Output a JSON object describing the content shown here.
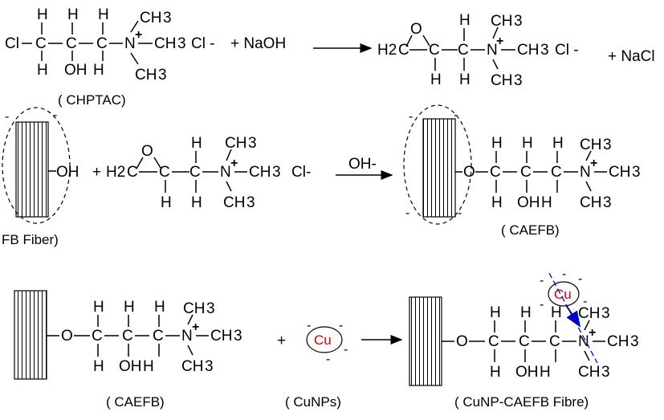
{
  "reaction1": {
    "chptac": {
      "cl": "Cl",
      "h": "H",
      "c": "C",
      "oh": "OH",
      "n": "N",
      "plus": "+",
      "ch": "CH",
      "three": "3",
      "counterion": "Cl -"
    },
    "plus_naoh": "+ NaOH",
    "epoxide": {
      "h2": "H2",
      "h": "H",
      "c": "C",
      "o": "O",
      "n": "N",
      "plus": "+",
      "ch": "CH",
      "three": "3",
      "counterion": "Cl -"
    },
    "plus_nacl": "+ NaCl",
    "label": "( CHPTAC)"
  },
  "reaction2": {
    "fiber_oh": "OH",
    "plus": "+",
    "h2": "H2",
    "h": "H",
    "c": "C",
    "o": "O",
    "n": "N",
    "plus_charge": "+",
    "ch": "CH",
    "three": "3",
    "counterion": "Cl-",
    "catalyst": "OH-",
    "fiber_label": "FB Fiber)",
    "product_label": "( CAEFB)",
    "oh": "OH",
    "minus": "-"
  },
  "reaction3": {
    "o": "O",
    "h": "H",
    "c": "C",
    "oh": "OH",
    "n": "N",
    "plus_charge": "+",
    "ch": "CH",
    "three": "3",
    "plus": "+",
    "cu": "Cu",
    "minus": "-",
    "label_caefb": "( CAEFB)",
    "label_cunps": "( CuNPs)",
    "label_product": "( CuNP-CAEFB Fibre)"
  },
  "colors": {
    "cu_text": "#e00000",
    "attraction_arrow": "#0000cc",
    "ink": "#000000"
  }
}
